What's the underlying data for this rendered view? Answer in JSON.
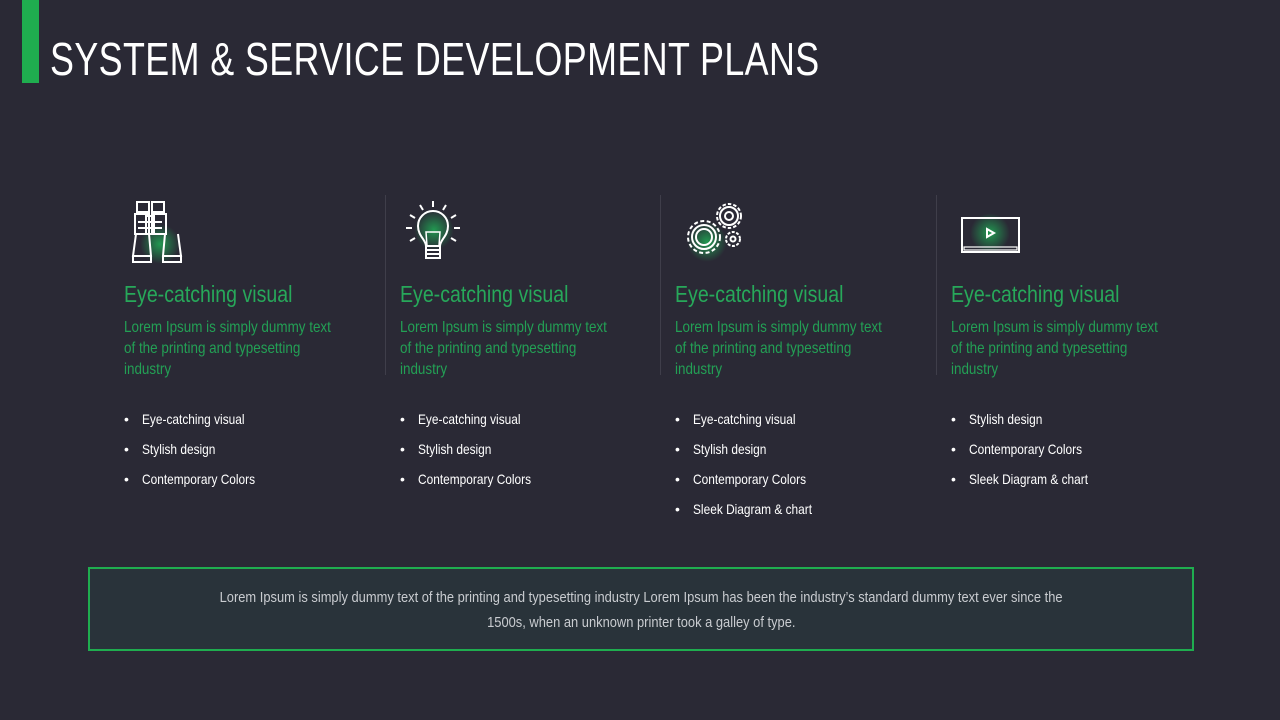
{
  "header": {
    "title": "SYSTEM & SERVICE DEVELOPMENT PLANS"
  },
  "colors": {
    "accent": "#1fad4f",
    "background": "#2a2935",
    "heading": "#27a85a"
  },
  "columns": [
    {
      "icon": "binoculars-icon",
      "heading": "Eye-catching visual",
      "description": "Lorem Ipsum is simply dummy text of the printing and typesetting industry",
      "bullets": [
        "Eye-catching visual",
        "Stylish design",
        "Contemporary Colors"
      ]
    },
    {
      "icon": "lightbulb-icon",
      "heading": "Eye-catching visual",
      "description": "Lorem Ipsum is simply dummy text of the printing and typesetting industry",
      "bullets": [
        "Eye-catching visual",
        "Stylish design",
        "Contemporary Colors"
      ]
    },
    {
      "icon": "gears-icon",
      "heading": "Eye-catching visual",
      "description": "Lorem Ipsum is simply dummy text of the printing and typesetting industry",
      "bullets": [
        "Eye-catching visual",
        "Stylish design",
        "Contemporary Colors",
        "Sleek Diagram & chart"
      ]
    },
    {
      "icon": "video-player-icon",
      "heading": "Eye-catching visual",
      "description": "Lorem Ipsum is simply dummy text of the printing and typesetting industry",
      "bullets": [
        "Stylish design",
        "Contemporary Colors",
        "Sleek Diagram & chart"
      ]
    }
  ],
  "footer": {
    "line1": "Lorem Ipsum is simply dummy text of the printing and typesetting industry Lorem Ipsum has been the industry’s standard dummy text ever since the",
    "line2": "1500s, when an unknown printer took a galley of type."
  }
}
